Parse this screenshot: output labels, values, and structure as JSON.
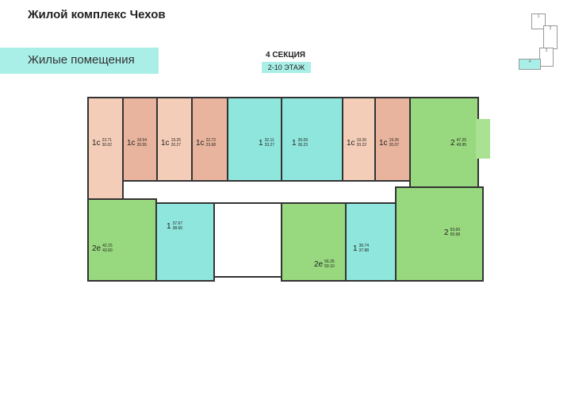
{
  "header": {
    "title": "Жилой комплекс Чехов",
    "category": "Жилые помещения",
    "section": "4 СЕКЦИЯ",
    "floors": "2-10 ЭТАЖ"
  },
  "key_plan": {
    "sections": [
      "1",
      "2",
      "3",
      "4"
    ],
    "active": "4",
    "active_color": "#a9efe8"
  },
  "colors": {
    "studio": "#f4cdb8",
    "studio_alt": "#e9b49d",
    "one_room": "#8fe6dc",
    "two_room": "#98d97f"
  },
  "apartments": [
    {
      "type": "1с",
      "living": "23.71",
      "total": "30.02"
    },
    {
      "type": "1с",
      "living": "19.54",
      "total": "20.55"
    },
    {
      "type": "1с",
      "living": "19.25",
      "total": "20.27"
    },
    {
      "type": "1с",
      "living": "22.72",
      "total": "23.68"
    },
    {
      "type": "1",
      "living": "32.11",
      "total": "33.27"
    },
    {
      "type": "1",
      "living": "35.09",
      "total": "36.23"
    },
    {
      "type": "1с",
      "living": "19.26",
      "total": "20.22"
    },
    {
      "type": "1с",
      "living": "19.26",
      "total": "20.07"
    },
    {
      "type": "2",
      "living": "47.25",
      "total": "49.95"
    },
    {
      "type": "2е",
      "living": "42.15",
      "total": "43.60"
    },
    {
      "type": "1",
      "living": "37.67",
      "total": "38.66"
    },
    {
      "type": "2е",
      "living": "56.26",
      "total": "59.10"
    },
    {
      "type": "1",
      "living": "36.74",
      "total": "37.88"
    },
    {
      "type": "2",
      "living": "53.69",
      "total": "55.68"
    }
  ]
}
